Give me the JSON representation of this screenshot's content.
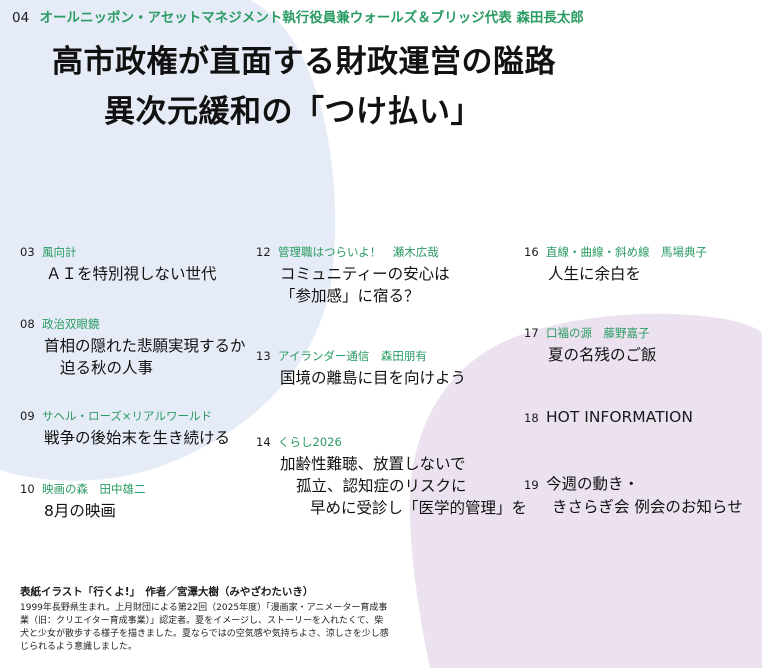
{
  "feature": {
    "number": "04",
    "byline": "オールニッポン・アセットマネジメント執行役員兼ウォールズ＆ブリッジ代表 森田長太郎",
    "title_line1": "高市政権が直面する財政運営の隘路",
    "title_line2": "異次元緩和の「つけ払い」"
  },
  "contents": {
    "col1": [
      {
        "number": "03",
        "category": "風向計",
        "lines": [
          "ＡＩを特別視しない世代"
        ]
      },
      {
        "number": "08",
        "category": "政治双眼鏡",
        "lines": [
          "首相の隠れた悲願実現するか",
          "迫る秋の人事"
        ]
      },
      {
        "number": "09",
        "category": "サヘル・ローズ×リアルワールド",
        "lines": [
          "戦争の後始末を生き続ける"
        ]
      },
      {
        "number": "10",
        "category": "映画の森　田中雄二",
        "lines": [
          "8月の映画"
        ]
      }
    ],
    "col2": [
      {
        "number": "12",
        "category": "管理職はつらいよ！　瀬木広哉",
        "lines": [
          "コミュニティーの安心は",
          "「参加感」に宿る？"
        ]
      },
      {
        "number": "13",
        "category": "アイランダー通信　森田朋有",
        "lines": [
          "国境の離島に目を向けよう"
        ]
      },
      {
        "number": "14",
        "category": "くらし2026",
        "lines": [
          "加齢性難聴、放置しないで",
          "孤立、認知症のリスクに",
          "早めに受診し「医学的管理」を"
        ]
      }
    ],
    "col3": [
      {
        "number": "16",
        "category": "直線・曲線・斜め線　馬場典子",
        "lines": [
          "人生に余白を"
        ]
      },
      {
        "number": "17",
        "category": "口福の源　藤野嘉子",
        "lines": [
          "夏の名残のご飯"
        ]
      },
      {
        "number": "18",
        "category": "",
        "lines": [
          "HOT INFORMATION"
        ]
      },
      {
        "number": "19",
        "category": "",
        "lines": [
          "今週の動き・",
          "きさらぎ会 例会のお知らせ"
        ]
      }
    ]
  },
  "cover": {
    "title": "表紙イラスト「行くよ!」　作者／宮澤大樹（みやざわたいき）",
    "body": "1999年長野県生まれ。上月財団による第22回（2025年度）「漫画家・アニメーター育成事業（旧：クリエイター育成事業）」認定者。夏をイメージし、ストーリーを入れたくて、柴犬と少女が散歩する様子を描きました。夏ならではの空気感や気持ちよさ、涼しさを少し感じられるよう意識しました。"
  },
  "colors": {
    "accent_green": "#2a9b63",
    "blob_blue": "#e6ecf7",
    "blob_purple": "#ece2ef"
  }
}
